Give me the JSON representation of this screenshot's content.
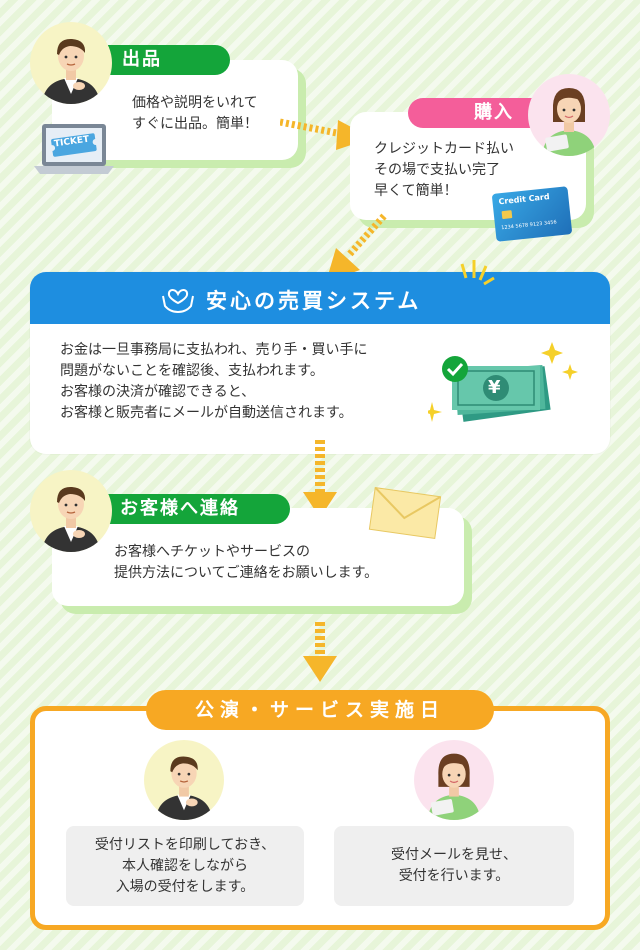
{
  "step_listing": {
    "tag": "出品",
    "text": "価格や説明をいれて\nすぐに出品。簡単！",
    "ticket_label": "TICKET"
  },
  "step_purchase": {
    "tag": "購入",
    "text": "クレジットカード払い\nその場で支払い完了\n早くて簡単！",
    "card_label": "Credit Card",
    "card_number": "1234 5678 9123 3456"
  },
  "system": {
    "title": "安心の売買システム",
    "text": "お金は一旦事務局に支払われ、売り手・買い手に\n問題がないことを確認後、支払われます。\nお客様の決済が確認できると、\nお客様と販売者にメールが自動送信されます。",
    "money_symbol": "¥"
  },
  "step_contact": {
    "tag": "お客様へ連絡",
    "text": "お客様へチケットやサービスの\n提供方法についてご連絡をお願いします。"
  },
  "event_day": {
    "tag": "公演・サービス実施日",
    "seller_text": "受付リストを印刷しておき、\n本人確認をしながら\n入場の受付をします。",
    "buyer_text": "受付メールを見せ、\n受付を行います。"
  },
  "colors": {
    "green": "#14a53a",
    "pink": "#f45e9a",
    "blue": "#1e8ee0",
    "orange": "#f7a823",
    "arrow": "#f5b62a"
  }
}
